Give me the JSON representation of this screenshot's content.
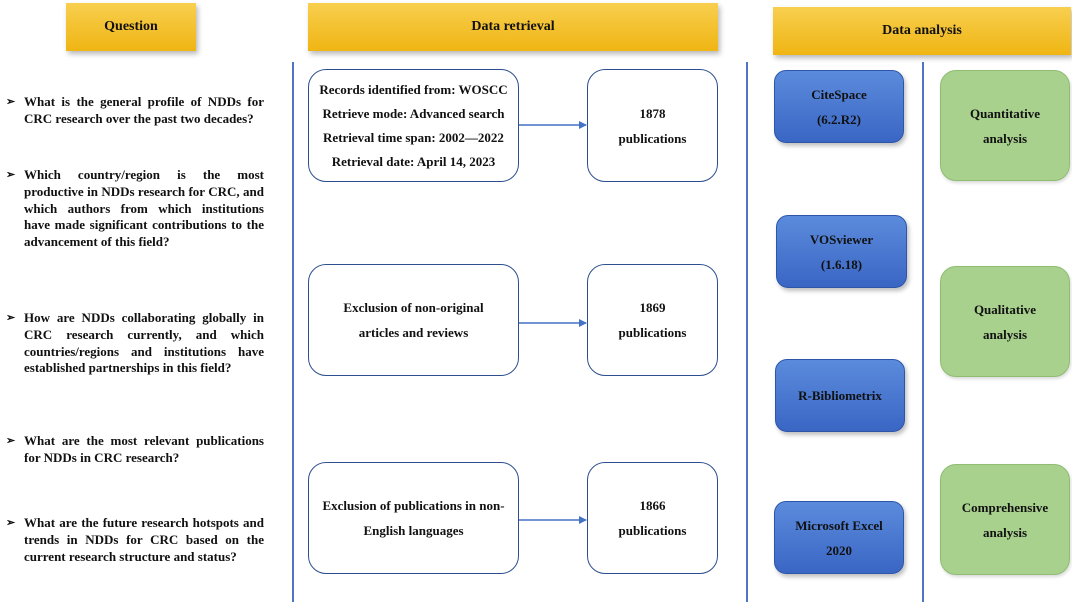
{
  "headers": {
    "question": "Question",
    "retrieval": "Data retrieval",
    "analysis": "Data analysis"
  },
  "questions": [
    "What is the general profile of NDDs for CRC research over the past two decades?",
    "Which country/region is the most productive in NDDs research for CRC, and which authors from which institutions have made significant contributions to the advancement of this field?",
    "How are NDDs collaborating globally in CRC research currently, and which countries/regions and institutions have established partnerships in this field?",
    "What are the most relevant publications for NDDs in CRC research?",
    "What are the future research hotspots and trends in NDDs for CRC based on the current research structure and status?"
  ],
  "bullet_glyph": "➢",
  "retrieval_steps": [
    {
      "lines": [
        "Records identified from: WOSCC",
        "Retrieve mode: Advanced search",
        "Retrieval time span: 2002—2022",
        "Retrieval date: April 14, 2023"
      ],
      "count": "1878",
      "unit": "publications"
    },
    {
      "lines": [
        "Exclusion of non-original",
        "articles and reviews"
      ],
      "count": "1869",
      "unit": "publications"
    },
    {
      "lines": [
        "Exclusion of publications in non-",
        "English languages"
      ],
      "count": "1866",
      "unit": "publications"
    }
  ],
  "tools": [
    {
      "line1": "CiteSpace",
      "line2": "(6.2.R2)"
    },
    {
      "line1": "VOSviewer",
      "line2": "(1.6.18)"
    },
    {
      "line1": "R-Bibliometrix",
      "line2": ""
    },
    {
      "line1": "Microsoft Excel",
      "line2": "2020"
    }
  ],
  "analyses": [
    {
      "line1": "Quantitative",
      "line2": "analysis"
    },
    {
      "line1": "Qualitative",
      "line2": "analysis"
    },
    {
      "line1": "Comprehensive",
      "line2": "analysis"
    }
  ],
  "colors": {
    "header": "#f5c336",
    "tool": "#4a78d0",
    "analysis": "#a9d18e",
    "divider": "#4f74c3",
    "box_border": "#2d4f8f"
  }
}
